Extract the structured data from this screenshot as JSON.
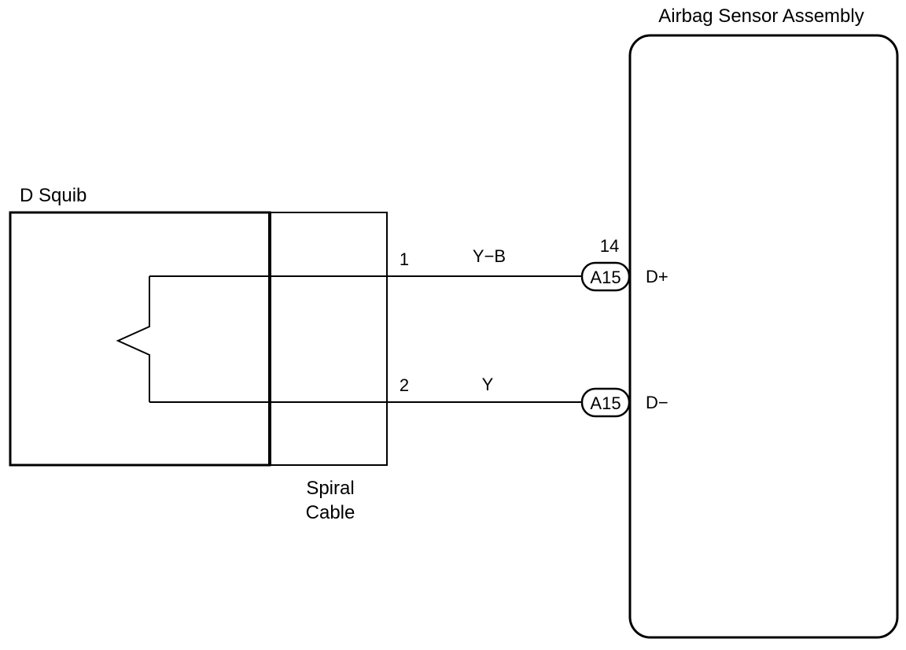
{
  "labels": {
    "airbag_sensor_assembly": "Airbag Sensor Assembly",
    "d_squib": "D Squib",
    "spiral_cable_line1": "Spiral",
    "spiral_cable_line2": "Cable"
  },
  "wires": [
    {
      "pin": "1",
      "color": "Y−B",
      "connector": "A15",
      "terminal_number": "14",
      "terminal": "D+"
    },
    {
      "pin": "2",
      "color": "Y",
      "connector": "A15",
      "terminal_number": "",
      "terminal": "D−"
    }
  ]
}
